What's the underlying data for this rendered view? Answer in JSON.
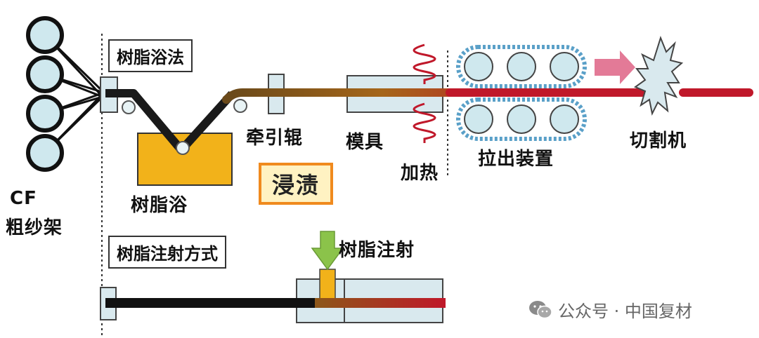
{
  "labels": {
    "creel": [
      "CF",
      "粗纱架"
    ],
    "resin_bath_method": "树脂浴法",
    "resin_bath": "树脂浴",
    "pull_roller": "牵引辊",
    "die": "模具",
    "heating": "加热",
    "puller": "拉出装置",
    "cutter": "切割机",
    "dipping": "浸渍",
    "resin_injection_method": "树脂注射方式",
    "resin_injection": "树脂注射"
  },
  "watermark": "公众号 · 中国复材",
  "icons": [
    "wechat-icon",
    "arrow-right-icon",
    "arrow-down-icon"
  ],
  "colors": {
    "fiber_dark": "#111111",
    "fiber_hot": "#c0182a",
    "resin": "#f2b21a",
    "roller_fill": "#cfe8ee",
    "arrow_pink": "#e37a97",
    "arrow_green": "#8bc34a",
    "dipping_border": "#f08a1e"
  }
}
